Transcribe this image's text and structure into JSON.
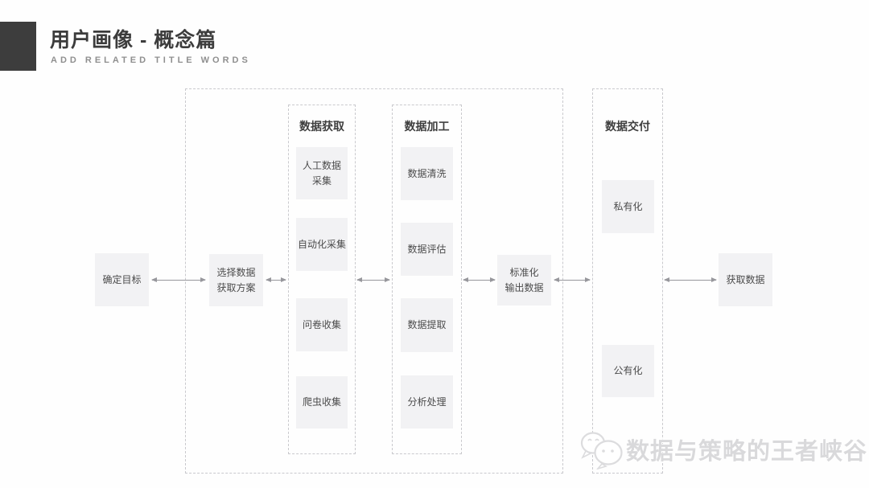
{
  "page": {
    "title": "用户画像 - 概念篇",
    "subtitle": "ADD RELATED TITLE WORDS"
  },
  "flow": {
    "nodes": [
      {
        "id": "define-goal",
        "label": "确定目标"
      },
      {
        "id": "select-plan",
        "lines": [
          "选择数据",
          "获取方案"
        ]
      },
      {
        "id": "standardized-output",
        "lines": [
          "标准化",
          "输出数据"
        ]
      },
      {
        "id": "get-data",
        "label": "获取数据"
      }
    ]
  },
  "columns": [
    {
      "title": "数据获取",
      "items": [
        {
          "lines": [
            "人工数据",
            "采集"
          ]
        },
        {
          "label": "自动化采集"
        },
        {
          "label": "问卷收集"
        },
        {
          "label": "爬虫收集"
        }
      ]
    },
    {
      "title": "数据加工",
      "items": [
        {
          "label": "数据清洗"
        },
        {
          "label": "数据评估"
        },
        {
          "label": "数据提取"
        },
        {
          "label": "分析处理"
        }
      ]
    },
    {
      "title": "数据交付",
      "items": [
        {
          "label": "私有化"
        },
        {
          "label": "公有化"
        }
      ]
    }
  ],
  "watermark": {
    "text": "数据与策略的王者峡谷",
    "icon": "wechat-icon"
  },
  "colors": {
    "accent_dark": "#3d3d3d",
    "box_fill": "#f2f2f4",
    "dashed_border": "#c9c9cd",
    "arrow": "#97979c",
    "watermark_text": "#d9d9db"
  }
}
